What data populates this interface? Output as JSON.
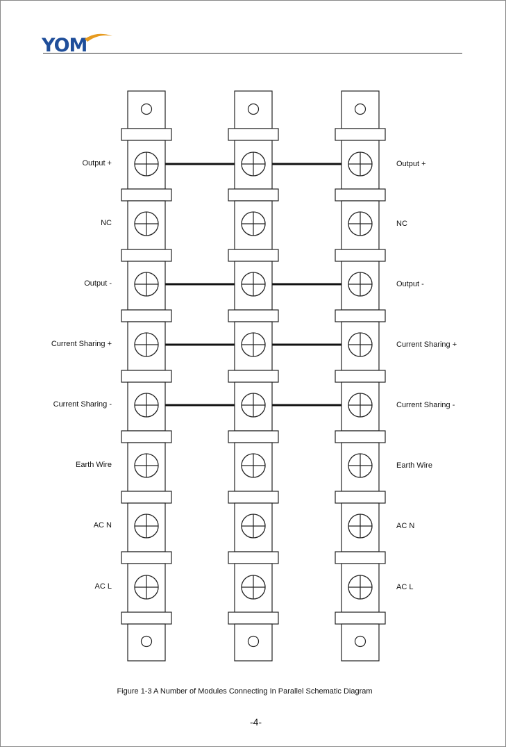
{
  "header": {
    "logo": {
      "text": "YOM",
      "color": "#1f4e9a",
      "accent": "#e69a1e"
    }
  },
  "diagram": {
    "module_count": 3,
    "terminals_per_module": 8,
    "left_labels": [
      "Output +",
      "NC",
      "Output -",
      "Current Sharing +",
      "Current Sharing -",
      "Earth Wire",
      "AC N",
      "AC L"
    ],
    "right_labels": [
      "Output +",
      "NC",
      "Output -",
      "Current Sharing +",
      "Current Sharing -",
      "Earth Wire",
      "AC N",
      "AC L"
    ],
    "connected_terminals": [
      0,
      2,
      3,
      4
    ]
  },
  "caption": "Figure 1-3 A Number of Modules Connecting In Parallel Schematic Diagram",
  "page_number": "-4-"
}
